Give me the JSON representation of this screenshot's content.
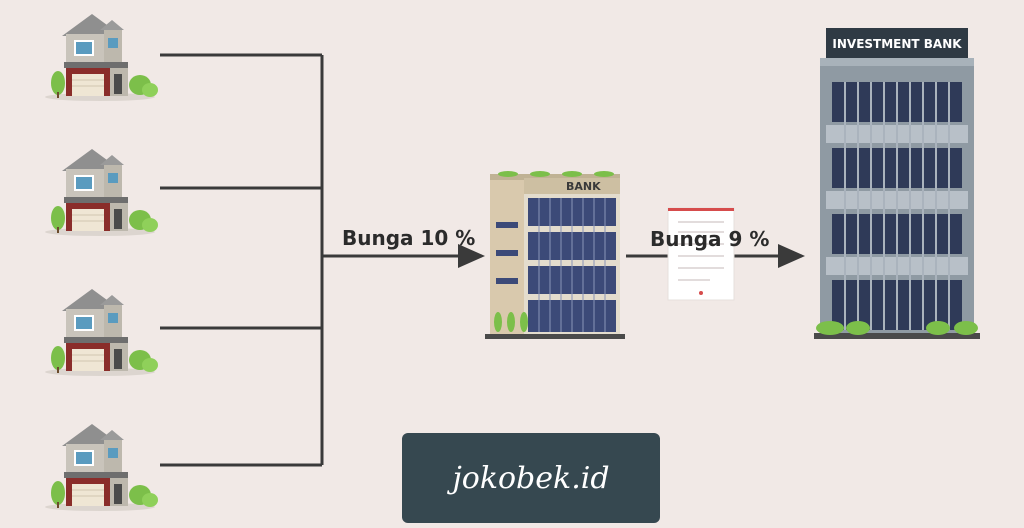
{
  "diagram": {
    "houses": [
      {
        "label": ""
      },
      {
        "label": ""
      },
      {
        "label": ""
      },
      {
        "label": ""
      }
    ],
    "bank": {
      "sign": "BANK"
    },
    "investment_bank": {
      "sign": "INVESTMENT BANK"
    },
    "edges": {
      "houses_to_bank": "Bunga 10 %",
      "bank_to_investment": "Bunga 9 %"
    },
    "watermark": "jokobek.id"
  },
  "colors": {
    "background": "#f1e9e6",
    "lines": "#3a3a3a",
    "watermark_bg": "#364850",
    "house_roof": "#8f8f8f",
    "house_wall": "#c9c4bb",
    "house_base": "#8a2d2a",
    "tree": "#7cbf4a",
    "bank_facade": "#d9c9ad",
    "window_blue": "#3c4a78",
    "ib_body": "#8f9aa3",
    "ib_sign_bg": "#2f3a44"
  }
}
